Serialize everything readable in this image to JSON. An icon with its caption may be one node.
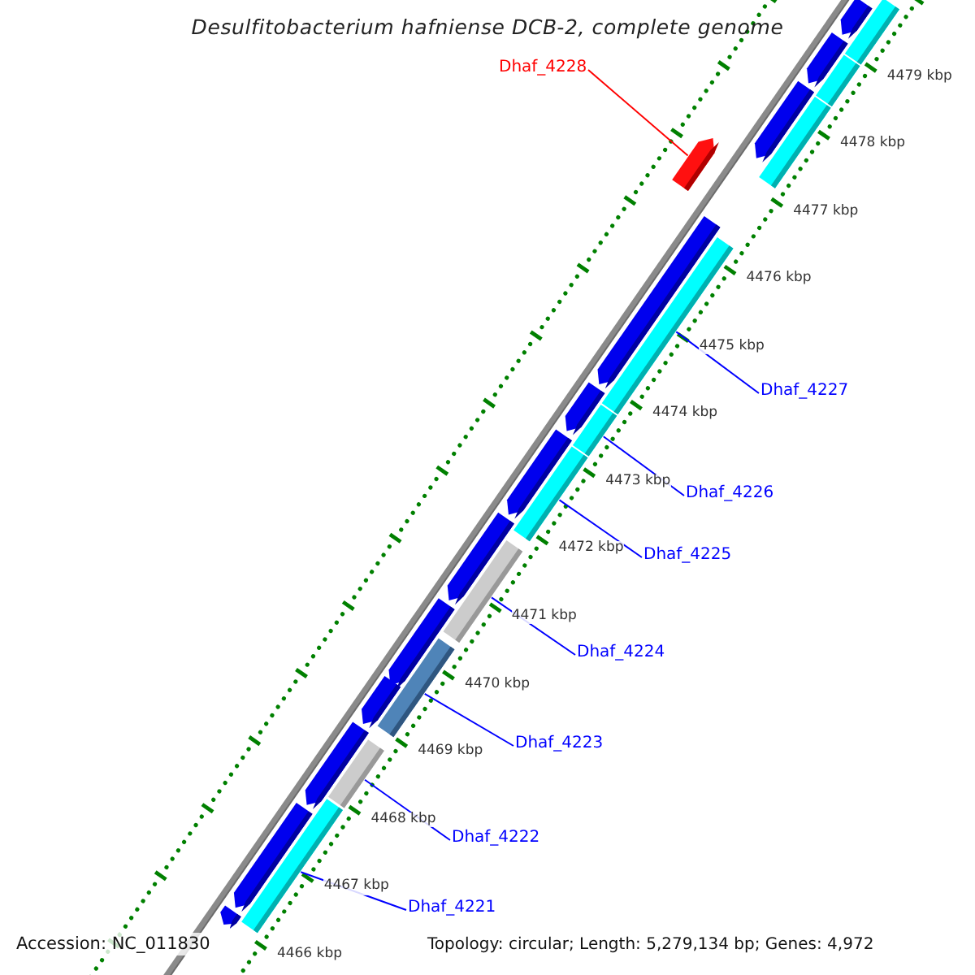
{
  "diagram": {
    "title": "Desulfitobacterium hafniense DCB-2, complete genome",
    "nodes": [
      {
        "text": [
          "Dhaf_4228"
        ]
      },
      {
        "text": [
          "Dhaf_4227"
        ]
      },
      {
        "text": [
          "Dhaf_4226"
        ]
      },
      {
        "text": [
          "Dhaf_4225"
        ]
      },
      {
        "text": [
          "Dhaf_4224"
        ]
      },
      {
        "text": [
          "Dhaf_4223"
        ]
      },
      {
        "text": [
          "Dhaf_4222"
        ]
      },
      {
        "text": [
          "Dhaf_4221"
        ]
      },
      {
        "text": [],
        "shape": "box"
      },
      {
        "text": [],
        "shape": "box"
      },
      {
        "text": [],
        "shape": "box"
      },
      {
        "text": [],
        "shape": "box"
      },
      {
        "text": [],
        "shape": "box"
      },
      {
        "text": [],
        "shape": "box"
      },
      {
        "text": [],
        "shape": "box"
      },
      {
        "text": [],
        "shape": "box"
      },
      {
        "text": [],
        "shape": "box"
      },
      {
        "text": [],
        "shape": "box"
      },
      {
        "text": [],
        "shape": "box"
      },
      {
        "text": [],
        "shape": "box"
      },
      {
        "text": [],
        "shape": "box"
      },
      {
        "text": [],
        "shape": "box"
      },
      {
        "text": [],
        "shape": "box"
      },
      {
        "text": [],
        "shape": "box"
      },
      {
        "text": [],
        "shape": "box"
      },
      {
        "text": [],
        "shape": "box"
      },
      {
        "text": [],
        "shape": "box"
      },
      {
        "text": [],
        "shape": "box"
      },
      {
        "text": [],
        "shape": "box"
      },
      {
        "text": [],
        "shape": "box"
      },
      {
        "text": [],
        "shape": "box"
      }
    ],
    "edges": [
      {
        "from": 0,
        "to": 14,
        "arrow": "none",
        "color": "#ff0000"
      },
      {
        "from": 1,
        "to": 16,
        "arrow": "none"
      },
      {
        "from": 2,
        "to": 18,
        "arrow": "none"
      },
      {
        "from": 3,
        "to": 20,
        "arrow": "none"
      },
      {
        "from": 4,
        "to": 22,
        "arrow": "none"
      },
      {
        "from": 5,
        "to": 24,
        "arrow": "none"
      },
      {
        "from": 6,
        "to": 26,
        "arrow": "none"
      },
      {
        "from": 7,
        "to": 28,
        "arrow": "none"
      }
    ],
    "labels": [
      "4479 kbp",
      "4478 kbp",
      "4477 kbp",
      "4476 kbp",
      "4475 kbp",
      "4474 kbp",
      "4473 kbp",
      "4472 kbp",
      "4471 kbp",
      "4470 kbp",
      "4469 kbp",
      "4468 kbp",
      "4467 kbp",
      "4466 kbp",
      "Accession: NC_011830",
      "Topology: circular; Length: 5,279,134 bp; Genes: 4,972"
    ]
  }
}
